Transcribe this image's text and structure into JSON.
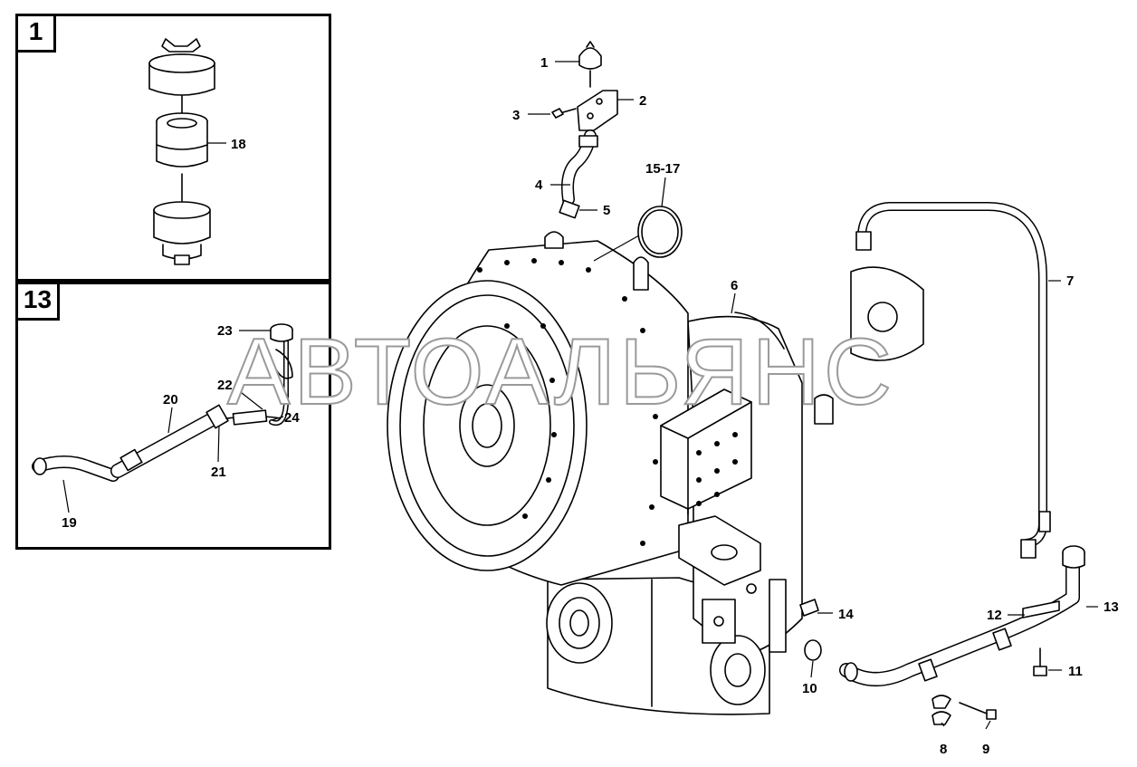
{
  "insets": [
    {
      "label": "1"
    },
    {
      "label": "13"
    }
  ],
  "callouts": [
    "1",
    "2",
    "3",
    "4",
    "5",
    "15-17",
    "6",
    "7",
    "8",
    "9",
    "10",
    "11",
    "12",
    "13",
    "14",
    "18",
    "19",
    "20",
    "21",
    "22",
    "23",
    "24"
  ],
  "watermark": "АВТОАЛЬЯНС",
  "colors": {
    "line": "#000000",
    "background": "#ffffff",
    "watermark_stroke": "#9a9a9a"
  }
}
